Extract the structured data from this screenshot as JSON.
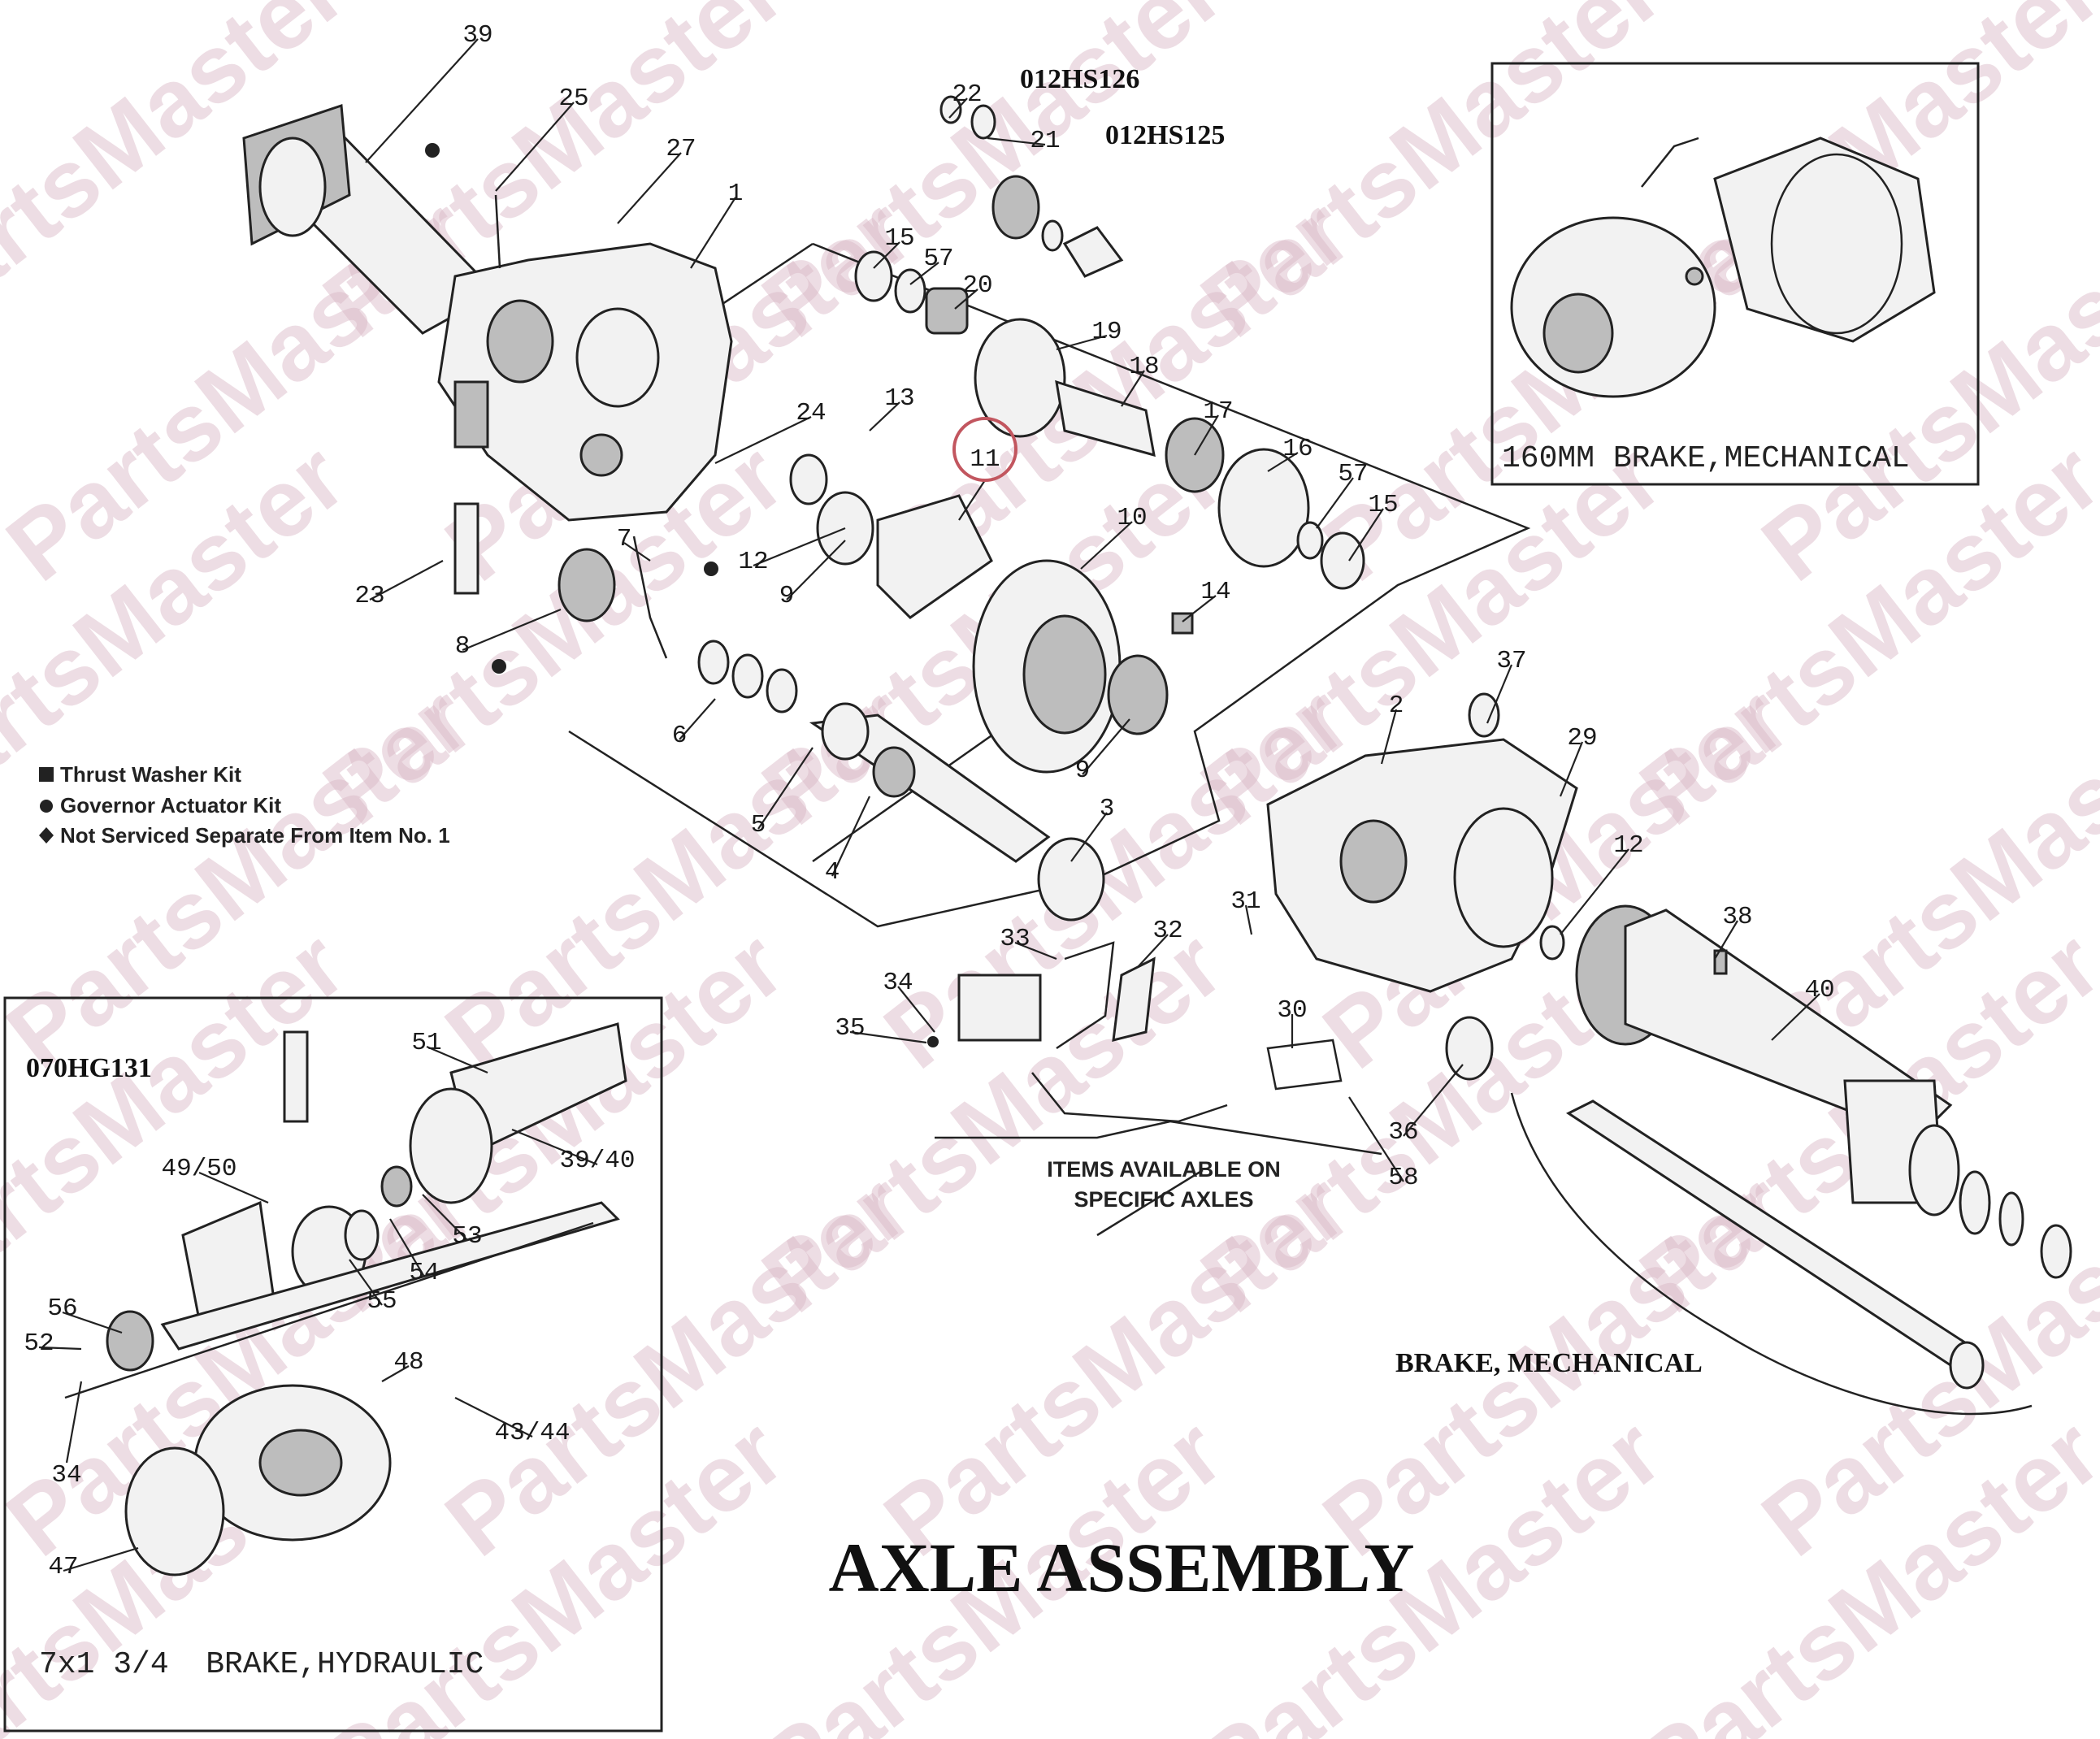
{
  "title": "AXLE ASSEMBLY",
  "watermark": "PartsMaster",
  "highlight_color": "#c2565f",
  "part_numbers": {
    "p1": "012HS126",
    "p2": "012HS125",
    "p3": "070HG131"
  },
  "legend": {
    "thrust": "Thrust Washer Kit",
    "governor": "Governor Actuator Kit",
    "not_serviced": "Not Serviced Separate From Item No. 1"
  },
  "captions": {
    "brake_mech_inset": "160MM BRAKE,MECHANICAL",
    "brake_mech": "BRAKE, MECHANICAL",
    "brake_hyd": "7x1 3/4  BRAKE,HYDRAULIC",
    "items_line1": "ITEMS AVAILABLE ON",
    "items_line2": "SPECIFIC AXLES"
  },
  "callouts": [
    "39",
    "25",
    "27",
    "1",
    "22",
    "21",
    "15",
    "57",
    "20",
    "19",
    "18",
    "13",
    "11",
    "24",
    "17",
    "16",
    "57",
    "15",
    "10",
    "12",
    "9",
    "7",
    "23",
    "8",
    "14",
    "9",
    "6",
    "5",
    "4",
    "3",
    "2",
    "37",
    "29",
    "12",
    "31",
    "33",
    "32",
    "34",
    "35",
    "30",
    "36",
    "58",
    "38",
    "40",
    "51",
    "49/50",
    "39/40",
    "53",
    "54",
    "55",
    "56",
    "52",
    "34",
    "48",
    "43/44",
    "47"
  ],
  "highlighted_callout": "11"
}
